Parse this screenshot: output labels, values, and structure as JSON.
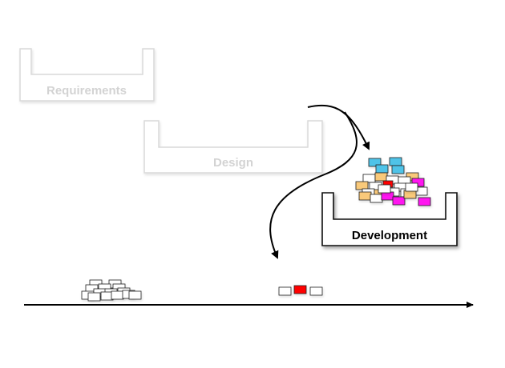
{
  "colors": {
    "faded_text": "#d3d3d3",
    "faded_outline": "#d9d9d9",
    "active_text": "#000000",
    "card_white": "#ffffff",
    "card_blue": "#4fc3e8",
    "card_orange": "#f9c97a",
    "card_magenta": "#ff14f0",
    "card_red": "#ff0000"
  },
  "phases": [
    {
      "name": "requirements",
      "label": "Requirements",
      "state": "faded"
    },
    {
      "name": "design",
      "label": "Design",
      "state": "faded"
    },
    {
      "name": "development",
      "label": "Development",
      "state": "active"
    }
  ],
  "flow_arrows": [
    {
      "name": "arrow-to-development"
    },
    {
      "name": "arrow-to-timeline"
    }
  ],
  "timeline": {
    "name": "timeline-arrow"
  },
  "card_groups": [
    {
      "name": "development-card-pile",
      "colors": [
        "blue",
        "orange",
        "white",
        "magenta",
        "red"
      ]
    },
    {
      "name": "early-delivered-card-pile",
      "colors": [
        "white"
      ]
    },
    {
      "name": "recent-delivered-cards",
      "colors": [
        "white",
        "red",
        "white"
      ]
    }
  ]
}
